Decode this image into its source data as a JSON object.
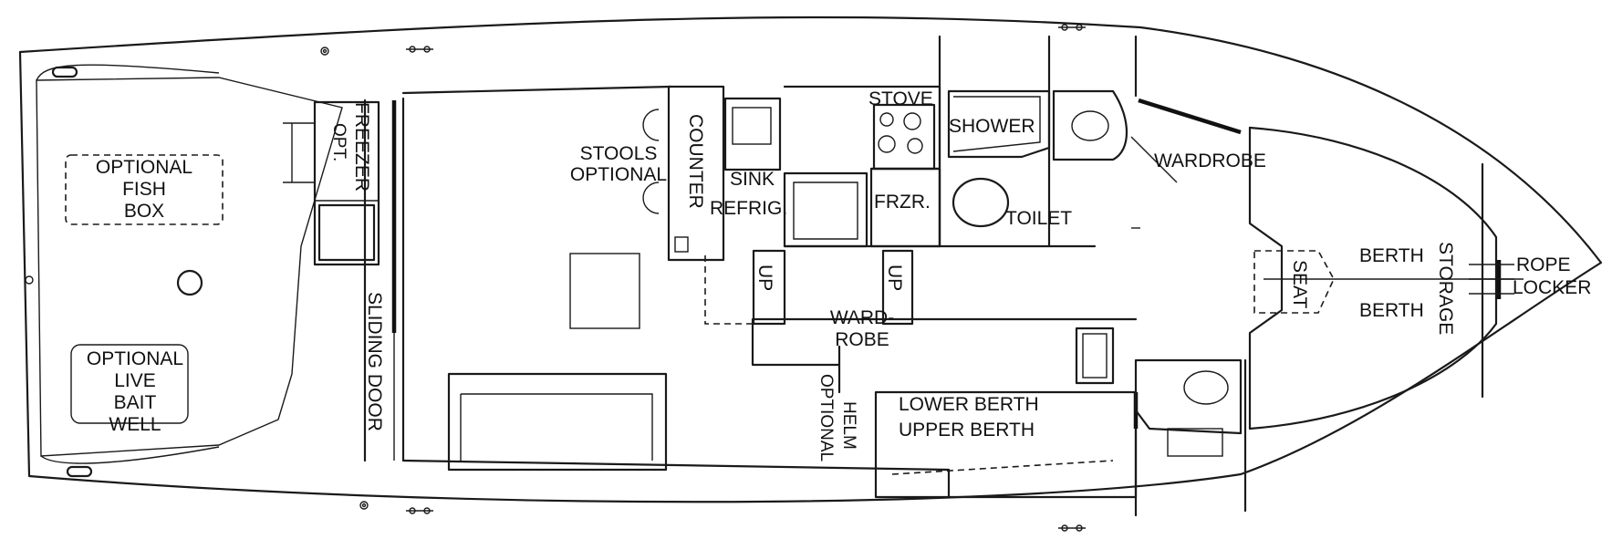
{
  "labels": {
    "fish_box": [
      "OPTIONAL",
      "FISH",
      "BOX"
    ],
    "bait_well": [
      "OPTIONAL",
      "LIVE",
      "BAIT",
      "WELL"
    ],
    "freezer": [
      "FREEZER",
      "OPT."
    ],
    "sliding_door": "SLIDING DOOR",
    "stools": [
      "STOOLS",
      "OPTIONAL"
    ],
    "counter": "COUNTER",
    "sink": "SINK",
    "refrig": "REFRIG.",
    "stove": "STOVE",
    "frzr": "FRZR.",
    "shower": "SHOWER",
    "toilet": "TOILET",
    "wardrobe_fwd": "WARDROBE",
    "up_1": "UP",
    "up_2": "UP",
    "wardrobe_mid": [
      "WARD-",
      "ROBE"
    ],
    "helm": [
      "HELM",
      "OPTIONAL"
    ],
    "lower_berth": "LOWER BERTH",
    "upper_berth": "UPPER BERTH",
    "seat": "SEAT",
    "berth_top": "BERTH",
    "berth_bottom": "BERTH",
    "storage": "STORAGE",
    "rope_locker": [
      "ROPE",
      "LOCKER"
    ]
  }
}
